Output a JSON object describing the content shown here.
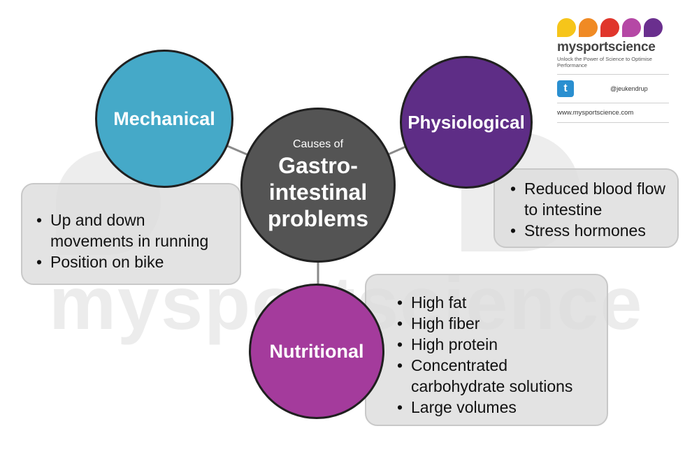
{
  "watermark": {
    "text": "mysportscience"
  },
  "center": {
    "pre": "Causes of",
    "title_lines": [
      "Gastro-",
      "intestinal",
      "problems"
    ]
  },
  "mechanical": {
    "title": "Mechanical",
    "items": [
      "Up and down movements in running",
      "Position on bike"
    ],
    "color": "#45a9c8"
  },
  "physiological": {
    "title": "Physiological",
    "items": [
      "Reduced blood flow to intestine",
      "Stress hormones"
    ],
    "color": "#5e2d86"
  },
  "nutritional": {
    "title": "Nutritional",
    "items": [
      "High fat",
      "High fiber",
      "High protein",
      "Concentrated carbohydrate solutions",
      "Large volumes"
    ],
    "color": "#a43b9c"
  },
  "center_color": "#545454",
  "logo": {
    "brand": "mysportscience",
    "tagline": "Unlock the Power of Science to Optimise Performance",
    "twitter_handle": "@jeukendrup",
    "twitter_icon": "twitter-bird-icon",
    "url": "www.mysportscience.com",
    "drop_colors": [
      "#f6c51a",
      "#f08a24",
      "#e0362c",
      "#b548a5",
      "#6a2f8e"
    ]
  }
}
